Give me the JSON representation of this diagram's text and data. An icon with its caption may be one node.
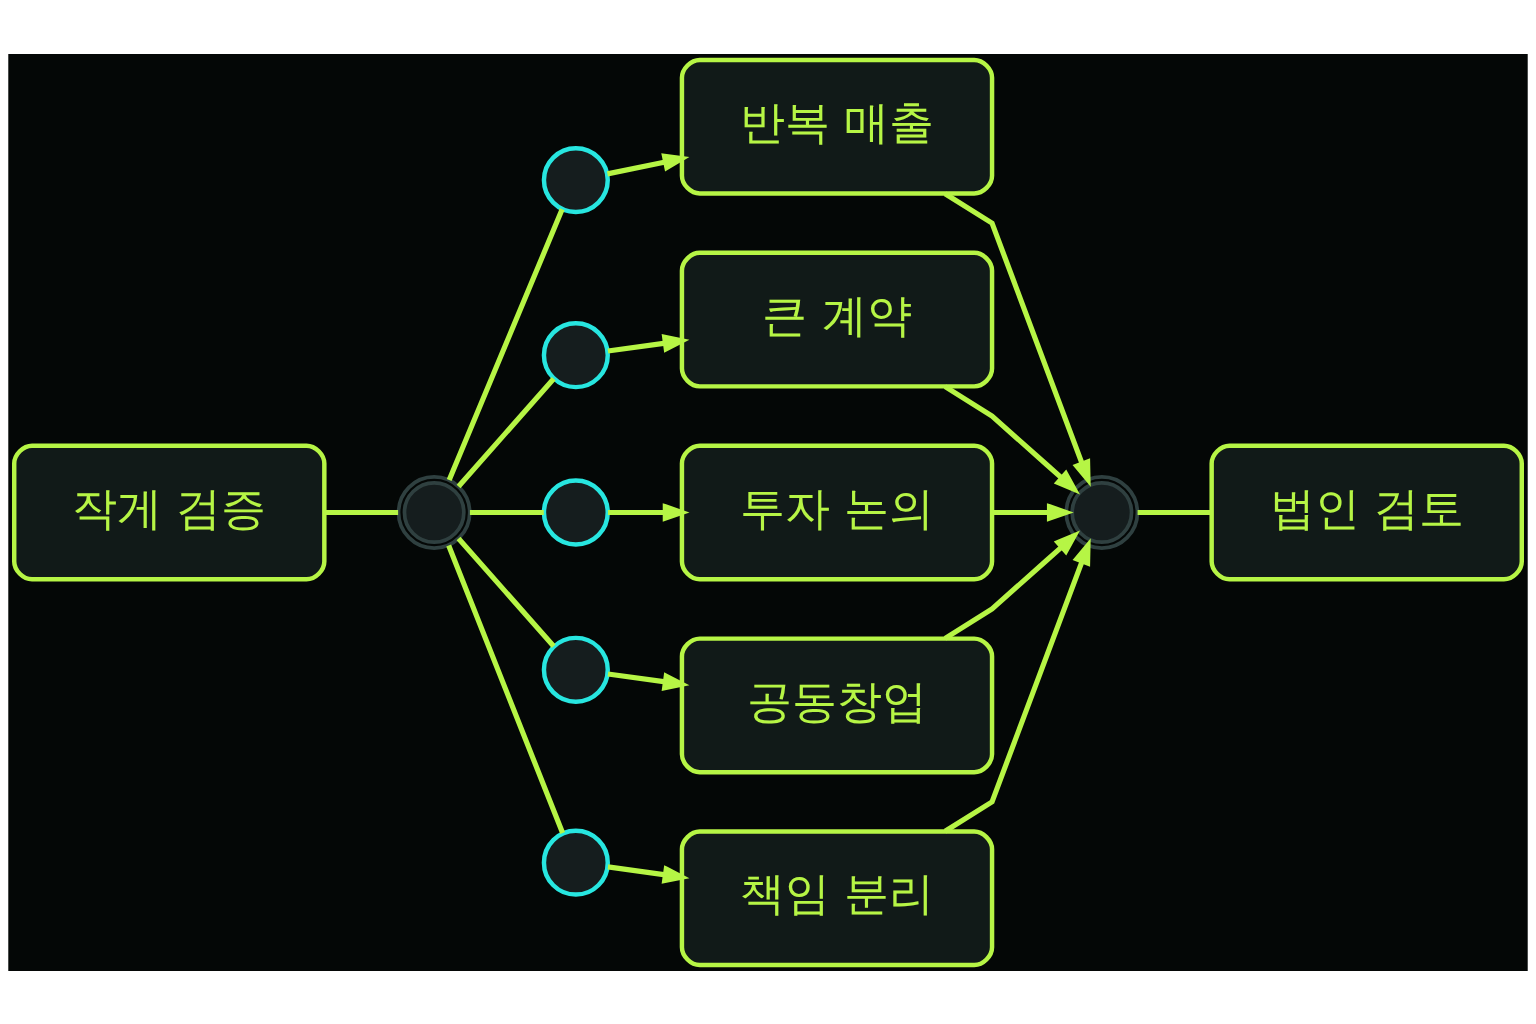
{
  "diagram": {
    "nodes": [
      {
        "text": [
          "작게 검증"
        ]
      },
      {
        "text": [],
        "shape": "circle"
      },
      {
        "text": [],
        "shape": "circle"
      },
      {
        "text": [
          "반복 매출"
        ]
      },
      {
        "text": [],
        "shape": "circle"
      },
      {
        "text": [
          "큰 계약"
        ]
      },
      {
        "text": [],
        "shape": "circle"
      },
      {
        "text": [
          "투자 논의"
        ]
      },
      {
        "text": [],
        "shape": "circle"
      },
      {
        "text": [
          "공동창업"
        ]
      },
      {
        "text": [],
        "shape": "circle"
      },
      {
        "text": [
          "책임 분리"
        ]
      },
      {
        "text": [],
        "shape": "circle"
      },
      {
        "text": [
          "법인 검토"
        ]
      }
    ],
    "edges": [
      {
        "from": 0,
        "to": 1,
        "arrow": "none"
      },
      {
        "from": 1,
        "to": 2,
        "arrow": "none"
      },
      {
        "from": 2,
        "to": 3,
        "arrow": "to"
      },
      {
        "from": 1,
        "to": 4,
        "arrow": "none"
      },
      {
        "from": 4,
        "to": 5,
        "arrow": "to"
      },
      {
        "from": 1,
        "to": 6,
        "arrow": "none"
      },
      {
        "from": 6,
        "to": 7,
        "arrow": "to"
      },
      {
        "from": 1,
        "to": 8,
        "arrow": "none"
      },
      {
        "from": 8,
        "to": 9,
        "arrow": "to"
      },
      {
        "from": 1,
        "to": 10,
        "arrow": "none"
      },
      {
        "from": 10,
        "to": 11,
        "arrow": "to"
      },
      {
        "from": 3,
        "to": 12,
        "arrow": "to"
      },
      {
        "from": 5,
        "to": 12,
        "arrow": "to"
      },
      {
        "from": 7,
        "to": 12,
        "arrow": "to"
      },
      {
        "from": 9,
        "to": 12,
        "arrow": "to"
      },
      {
        "from": 11,
        "to": 12,
        "arrow": "to"
      },
      {
        "from": 12,
        "to": 13,
        "arrow": "none"
      }
    ]
  }
}
